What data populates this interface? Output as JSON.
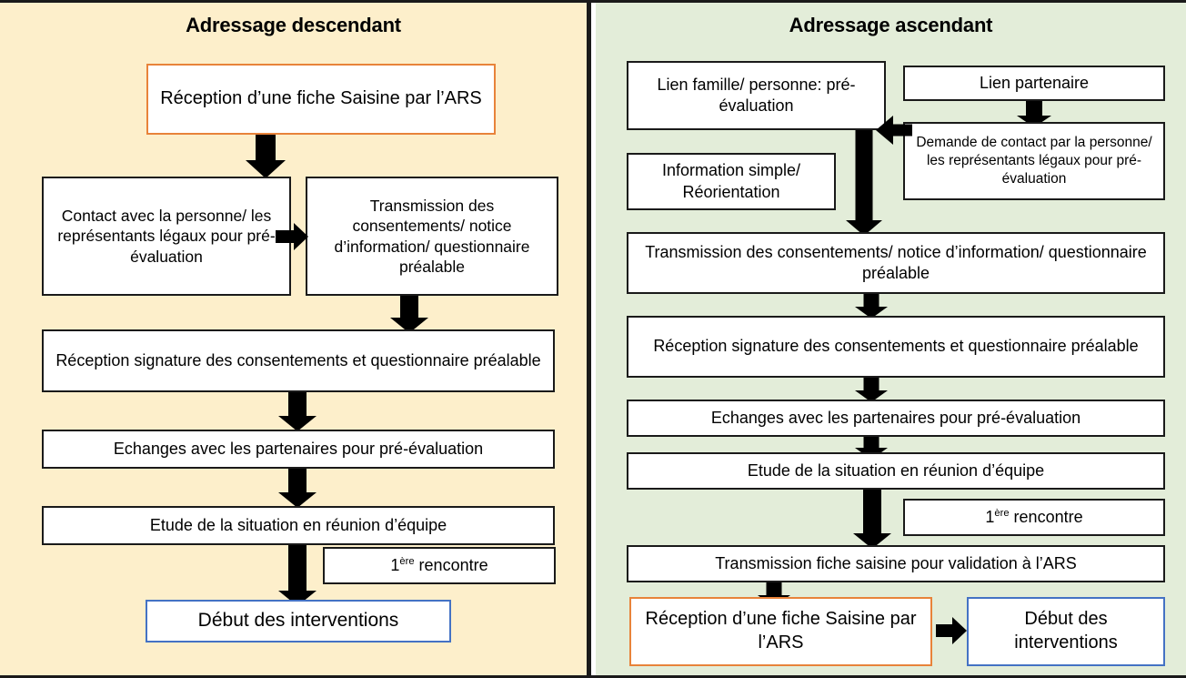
{
  "figure": {
    "type": "flowchart",
    "orientation": "two-column side-by-side process flow",
    "language": "fr"
  },
  "colors": {
    "left_panel_background": "#FDEFCB",
    "right_panel_background": "#E3EDD9",
    "box_fill": "#FFFFFF",
    "box_border_default": "#1A1A1A",
    "box_border_orange": "#E8833A",
    "box_border_blue": "#4472C4",
    "arrow": "#000000",
    "divider": "#1A1A1A"
  },
  "left_panel": {
    "title": "Adressage descendant",
    "boxes": {
      "reception_fiche": "Réception d’une fiche Saisine par l’ARS",
      "contact_personne": "Contact avec la personne/ les représentants légaux pour pré-évaluation",
      "transmission_consentements": "Transmission des consentements/ notice d’information/ questionnaire préalable",
      "reception_signature": "Réception signature des consentements et questionnaire préalable",
      "echanges_partenaires": "Echanges avec les partenaires pour pré-évaluation",
      "etude_situation": "Etude de la situation en réunion d’équipe",
      "premiere_rencontre_prefix": "1",
      "premiere_rencontre_sup": "ère",
      "premiere_rencontre_suffix": " rencontre",
      "debut_interventions": "Début des interventions"
    }
  },
  "right_panel": {
    "title": "Adressage ascendant",
    "boxes": {
      "lien_famille": "Lien famille/ personne: pré-évaluation",
      "lien_partenaire": "Lien partenaire",
      "demande_contact": "Demande de contact par la personne/ les représentants légaux pour pré-évaluation",
      "information_simple": "Information simple/ Réorientation",
      "transmission_consentements": "Transmission des consentements/ notice d’information/ questionnaire préalable",
      "reception_signature": "Réception signature des consentements et questionnaire préalable",
      "echanges_partenaires": "Echanges avec les partenaires pour pré-évaluation",
      "etude_situation": "Etude de la situation en réunion d’équipe",
      "premiere_rencontre_prefix": "1",
      "premiere_rencontre_sup": "ère",
      "premiere_rencontre_suffix": " rencontre",
      "transmission_fiche": "Transmission fiche saisine pour validation à l’ARS",
      "reception_fiche": "Réception d’une fiche Saisine par l’ARS",
      "debut_interventions": "Début des interventions"
    }
  }
}
